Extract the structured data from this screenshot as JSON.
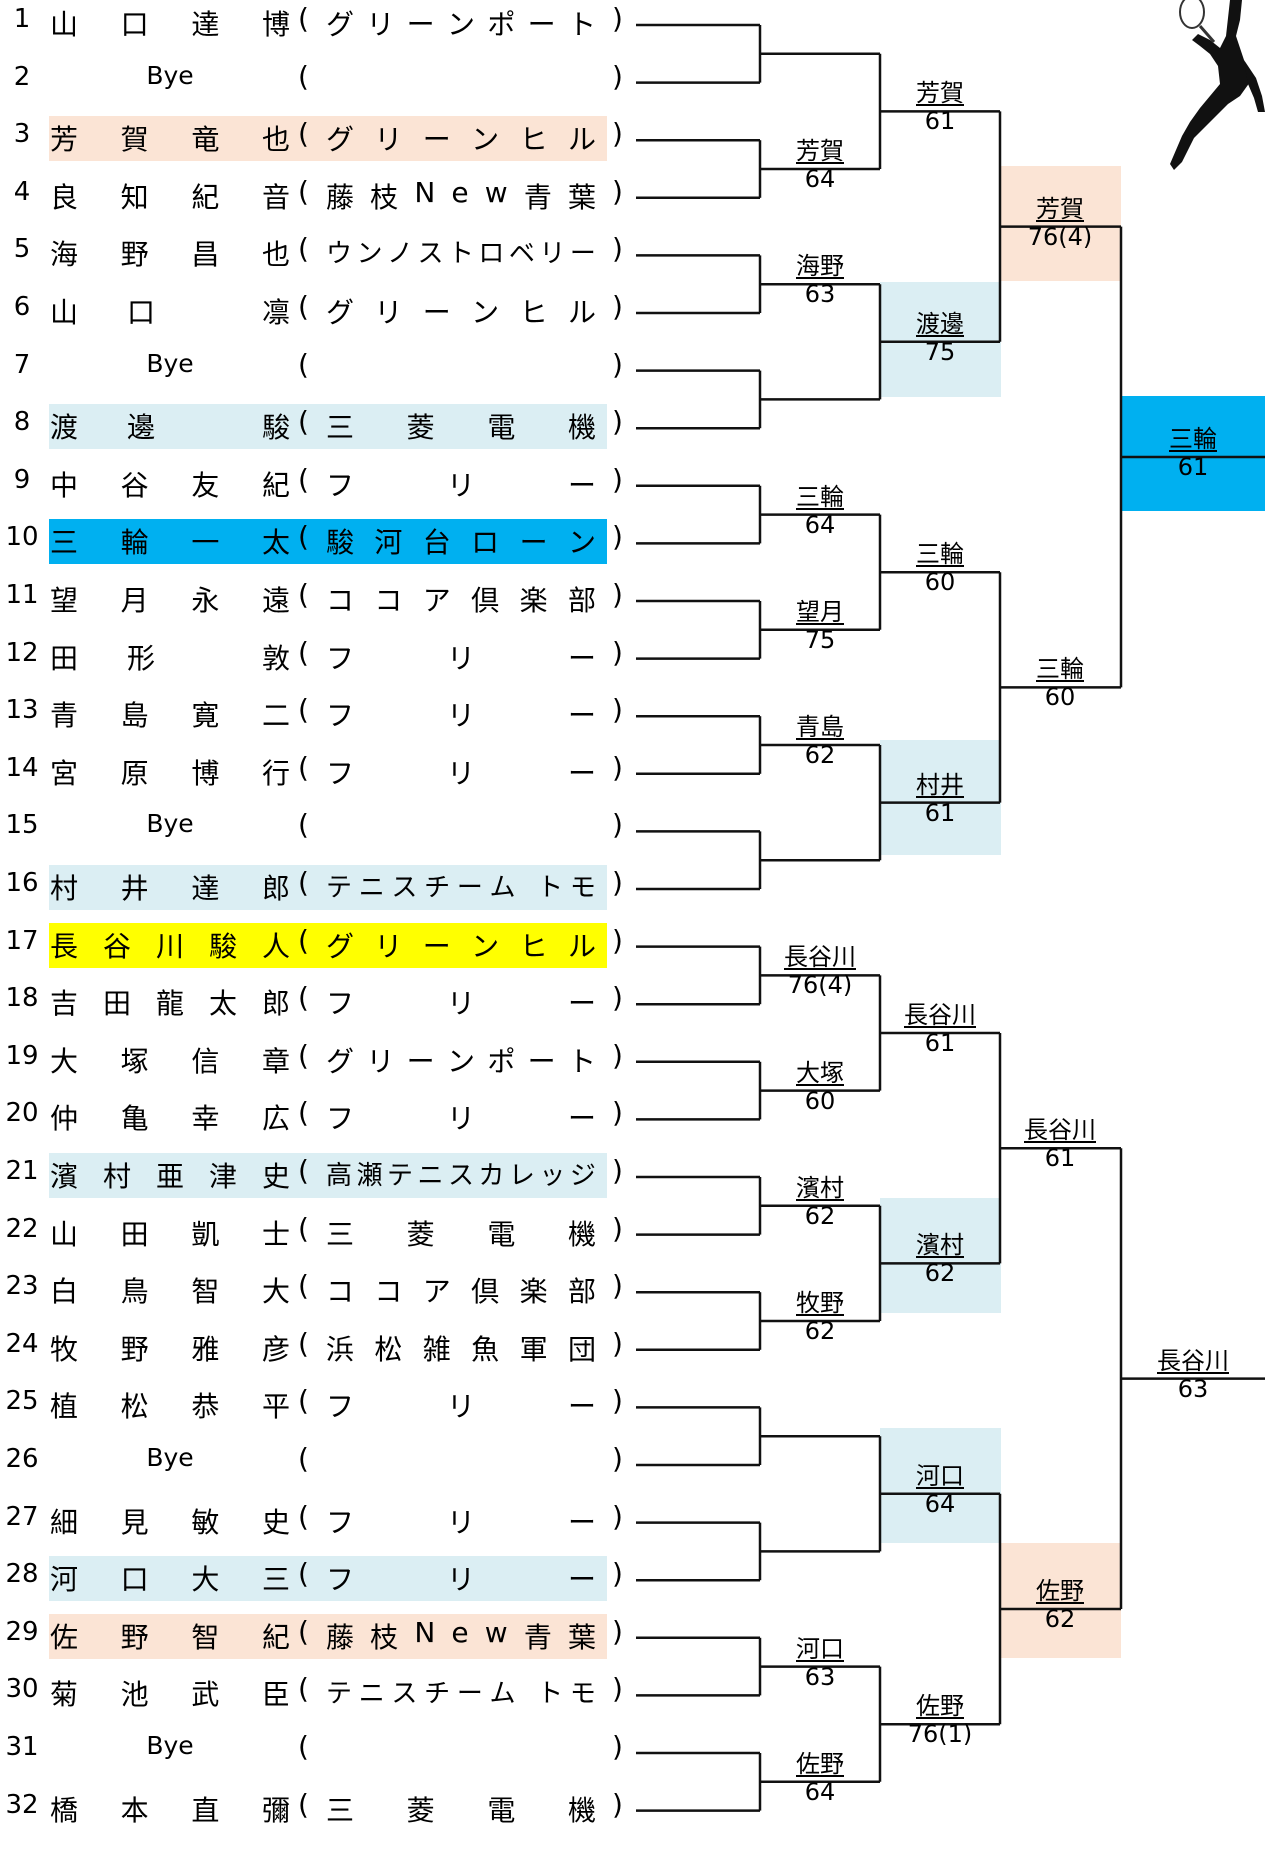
{
  "players": [
    {
      "num": "1",
      "name": "山口達博",
      "team": "グリーンポート",
      "hl": ""
    },
    {
      "num": "2",
      "name": "Bye",
      "team": "",
      "hl": "",
      "bye": true
    },
    {
      "num": "3",
      "name": "芳賀竜也",
      "team": "グリーンヒル",
      "hl": "peach"
    },
    {
      "num": "4",
      "name": "良知紀音",
      "team": "藤枝New青葉",
      "hl": ""
    },
    {
      "num": "5",
      "name": "海野昌也",
      "team": "ウンノストロベリー",
      "hl": "",
      "tight": true
    },
    {
      "num": "6",
      "name": "山口 凛",
      "team": "グリーンヒル",
      "hl": ""
    },
    {
      "num": "7",
      "name": "Bye",
      "team": "",
      "hl": "",
      "bye": true
    },
    {
      "num": "8",
      "name": "渡邊 駿",
      "team": "三菱電機",
      "hl": "lblue"
    },
    {
      "num": "9",
      "name": "中谷友紀",
      "team": "フリー",
      "hl": ""
    },
    {
      "num": "10",
      "name": "三輪一太",
      "team": "駿河台ローン",
      "hl": "blue"
    },
    {
      "num": "11",
      "name": "望月永遠",
      "team": "ココア倶楽部",
      "hl": ""
    },
    {
      "num": "12",
      "name": "田形 敦",
      "team": "フリー",
      "hl": ""
    },
    {
      "num": "13",
      "name": "青島寛二",
      "team": "フリー",
      "hl": ""
    },
    {
      "num": "14",
      "name": "宮原博行",
      "team": "フリー",
      "hl": ""
    },
    {
      "num": "15",
      "name": "Bye",
      "team": "",
      "hl": "",
      "bye": true
    },
    {
      "num": "16",
      "name": "村井達郎",
      "team": "テニスチーム トモ",
      "hl": "lblue",
      "tight": true
    },
    {
      "num": "17",
      "name": "長谷川駿人",
      "team": "グリーンヒル",
      "hl": "yellow"
    },
    {
      "num": "18",
      "name": "吉田龍太郎",
      "team": "フリー",
      "hl": ""
    },
    {
      "num": "19",
      "name": "大塚信章",
      "team": "グリーンポート",
      "hl": ""
    },
    {
      "num": "20",
      "name": "仲亀幸広",
      "team": "フリー",
      "hl": ""
    },
    {
      "num": "21",
      "name": "濱村亜津史",
      "team": "高瀬テニスカレッジ",
      "hl": "lblue",
      "tight": true
    },
    {
      "num": "22",
      "name": "山田凱士",
      "team": "三菱電機",
      "hl": ""
    },
    {
      "num": "23",
      "name": "白鳥智大",
      "team": "ココア倶楽部",
      "hl": ""
    },
    {
      "num": "24",
      "name": "牧野雅彦",
      "team": "浜松雑魚軍団",
      "hl": ""
    },
    {
      "num": "25",
      "name": "植松恭平",
      "team": "フリー",
      "hl": ""
    },
    {
      "num": "26",
      "name": "Bye",
      "team": "",
      "hl": "",
      "bye": true
    },
    {
      "num": "27",
      "name": "細見敏史",
      "team": "フリー",
      "hl": ""
    },
    {
      "num": "28",
      "name": "河口大三",
      "team": "フリー",
      "hl": "lblue"
    },
    {
      "num": "29",
      "name": "佐野智紀",
      "team": "藤枝New青葉",
      "hl": "peach"
    },
    {
      "num": "30",
      "name": "菊池武臣",
      "team": "テニスチーム トモ",
      "hl": "",
      "tight": true
    },
    {
      "num": "31",
      "name": "Bye",
      "team": "",
      "hl": "",
      "bye": true
    },
    {
      "num": "32",
      "name": "橋本直彌",
      "team": "三菱電機",
      "hl": ""
    }
  ],
  "rounds": {
    "r1": [
      {
        "winner": "芳賀",
        "score": "64"
      },
      {
        "winner": "海野",
        "score": "63"
      },
      {
        "winner": "三輪",
        "score": "64"
      },
      {
        "winner": "望月",
        "score": "75"
      },
      {
        "winner": "青島",
        "score": "62"
      },
      {
        "winner": "長谷川",
        "score": "76(4)"
      },
      {
        "winner": "大塚",
        "score": "60"
      },
      {
        "winner": "濱村",
        "score": "62"
      },
      {
        "winner": "牧野",
        "score": "62"
      },
      {
        "winner": "河口",
        "score": "63"
      },
      {
        "winner": "佐野",
        "score": "64"
      }
    ],
    "r2": [
      {
        "winner": "芳賀",
        "score": "61"
      },
      {
        "winner": "渡邊",
        "score": "75"
      },
      {
        "winner": "三輪",
        "score": "60"
      },
      {
        "winner": "村井",
        "score": "61"
      },
      {
        "winner": "長谷川",
        "score": "61"
      },
      {
        "winner": "濱村",
        "score": "62"
      },
      {
        "winner": "河口",
        "score": "64"
      },
      {
        "winner": "佐野",
        "score": "76(1)"
      }
    ],
    "r3": [
      {
        "winner": "芳賀",
        "score": "76(4)"
      },
      {
        "winner": "三輪",
        "score": "60"
      },
      {
        "winner": "長谷川",
        "score": "61"
      },
      {
        "winner": "佐野",
        "score": "62"
      }
    ],
    "r4": [
      {
        "winner": "三輪",
        "score": "61"
      },
      {
        "winner": "長谷川",
        "score": "63"
      }
    ]
  },
  "colors": {
    "peach": "#fbe4d5",
    "light_blue": "#dbeef3",
    "blue": "#00b0f0",
    "yellow": "#ffff00"
  },
  "icons": [
    "tennis-player-silhouette-icon"
  ]
}
